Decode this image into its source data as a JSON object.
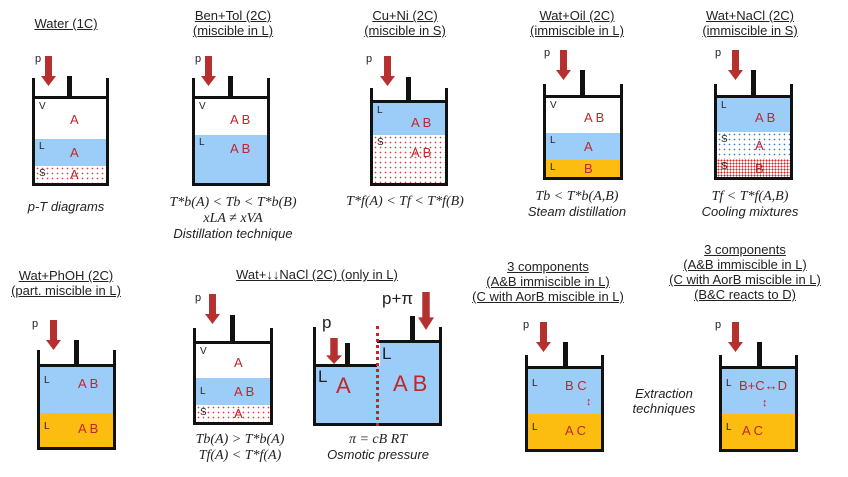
{
  "colors": {
    "liquid": "#9cccf8",
    "oil": "#fdbd10",
    "species": "#c0262b",
    "arrow": "#b5302f"
  },
  "panels": [
    {
      "title": [
        "Water (1C)"
      ],
      "pressure": "p",
      "layers": [
        {
          "phase": "V",
          "species": "A"
        },
        {
          "phase": "L",
          "species": "A"
        },
        {
          "phase": "S",
          "species": "A"
        }
      ],
      "caption": [
        "p-T diagrams"
      ]
    },
    {
      "title": [
        "Ben+Tol (2C)",
        "(miscible in L)"
      ],
      "pressure": "p",
      "layers": [
        {
          "phase": "V",
          "species": "A B"
        },
        {
          "phase": "L",
          "species": "A B"
        }
      ],
      "caption": [
        "T*b(A) < Tb < T*b(B)",
        "xLA ≠ xVA",
        "Distillation technique"
      ]
    },
    {
      "title": [
        "Cu+Ni (2C)",
        "(miscible in S)"
      ],
      "pressure": "p",
      "layers": [
        {
          "phase": "L",
          "species": "A B"
        },
        {
          "phase": "S",
          "species": "A B"
        }
      ],
      "caption": [
        "T*f(A) < Tf < T*f(B)"
      ]
    },
    {
      "title": [
        "Wat+Oil (2C)",
        "(immiscible in L)"
      ],
      "pressure": "p",
      "layers": [
        {
          "phase": "V",
          "species": "A B"
        },
        {
          "phase": "L",
          "species": "A"
        },
        {
          "phase": "L",
          "species": "B"
        }
      ],
      "caption": [
        "Tb < T*b(A,B)",
        "Steam distillation"
      ]
    },
    {
      "title": [
        "Wat+NaCl (2C)",
        "(immiscible in S)"
      ],
      "pressure": "p",
      "layers": [
        {
          "phase": "L",
          "species": "A B"
        },
        {
          "phase": "S",
          "species": "A"
        },
        {
          "phase": "S",
          "species": "B"
        }
      ],
      "caption": [
        "Tf < T*f(A,B)",
        "Cooling mixtures"
      ]
    },
    {
      "title": [
        "Wat+PhOH (2C)",
        "(part. miscible in L)"
      ],
      "pressure": "p",
      "layers": [
        {
          "phase": "L",
          "species": "A B"
        },
        {
          "phase": "L",
          "species": "A B"
        }
      ],
      "caption": []
    },
    {
      "title": [
        "Wat+↓↓NaCl (2C) (only in L)"
      ],
      "pressure": "p",
      "layers": [
        {
          "phase": "V",
          "species": "A"
        },
        {
          "phase": "L",
          "species": "A B"
        },
        {
          "phase": "S",
          "species": "A"
        }
      ],
      "caption": [
        "Tb(A) > T*b(A)",
        "Tf(A) < T*f(A)"
      ]
    },
    {
      "title": [],
      "pressure_left": "p",
      "pressure_right": "p+π",
      "layers": [
        {
          "phase": "L",
          "species": "A"
        },
        {
          "phase": "L",
          "species": "A B"
        }
      ],
      "caption": [
        "π = cB RT",
        "Osmotic pressure"
      ]
    },
    {
      "title": [
        "3 components",
        "(A&B immiscible in L)",
        "(C with AorB miscible in L)"
      ],
      "pressure": "p",
      "layers": [
        {
          "phase": "L",
          "species": "B C"
        },
        {
          "phase": "L",
          "species": "A C"
        }
      ],
      "caption": []
    },
    {
      "title": [
        "3 components",
        "(A&B immiscible in L)",
        "(C with AorB miscible in L)",
        "(B&C reacts to D)"
      ],
      "pressure": "p",
      "layers": [
        {
          "phase": "L",
          "species": "B+C↔D"
        },
        {
          "phase": "L",
          "species": "A C"
        }
      ],
      "caption": []
    }
  ],
  "extraction_label": [
    "Extraction",
    "techniques"
  ]
}
